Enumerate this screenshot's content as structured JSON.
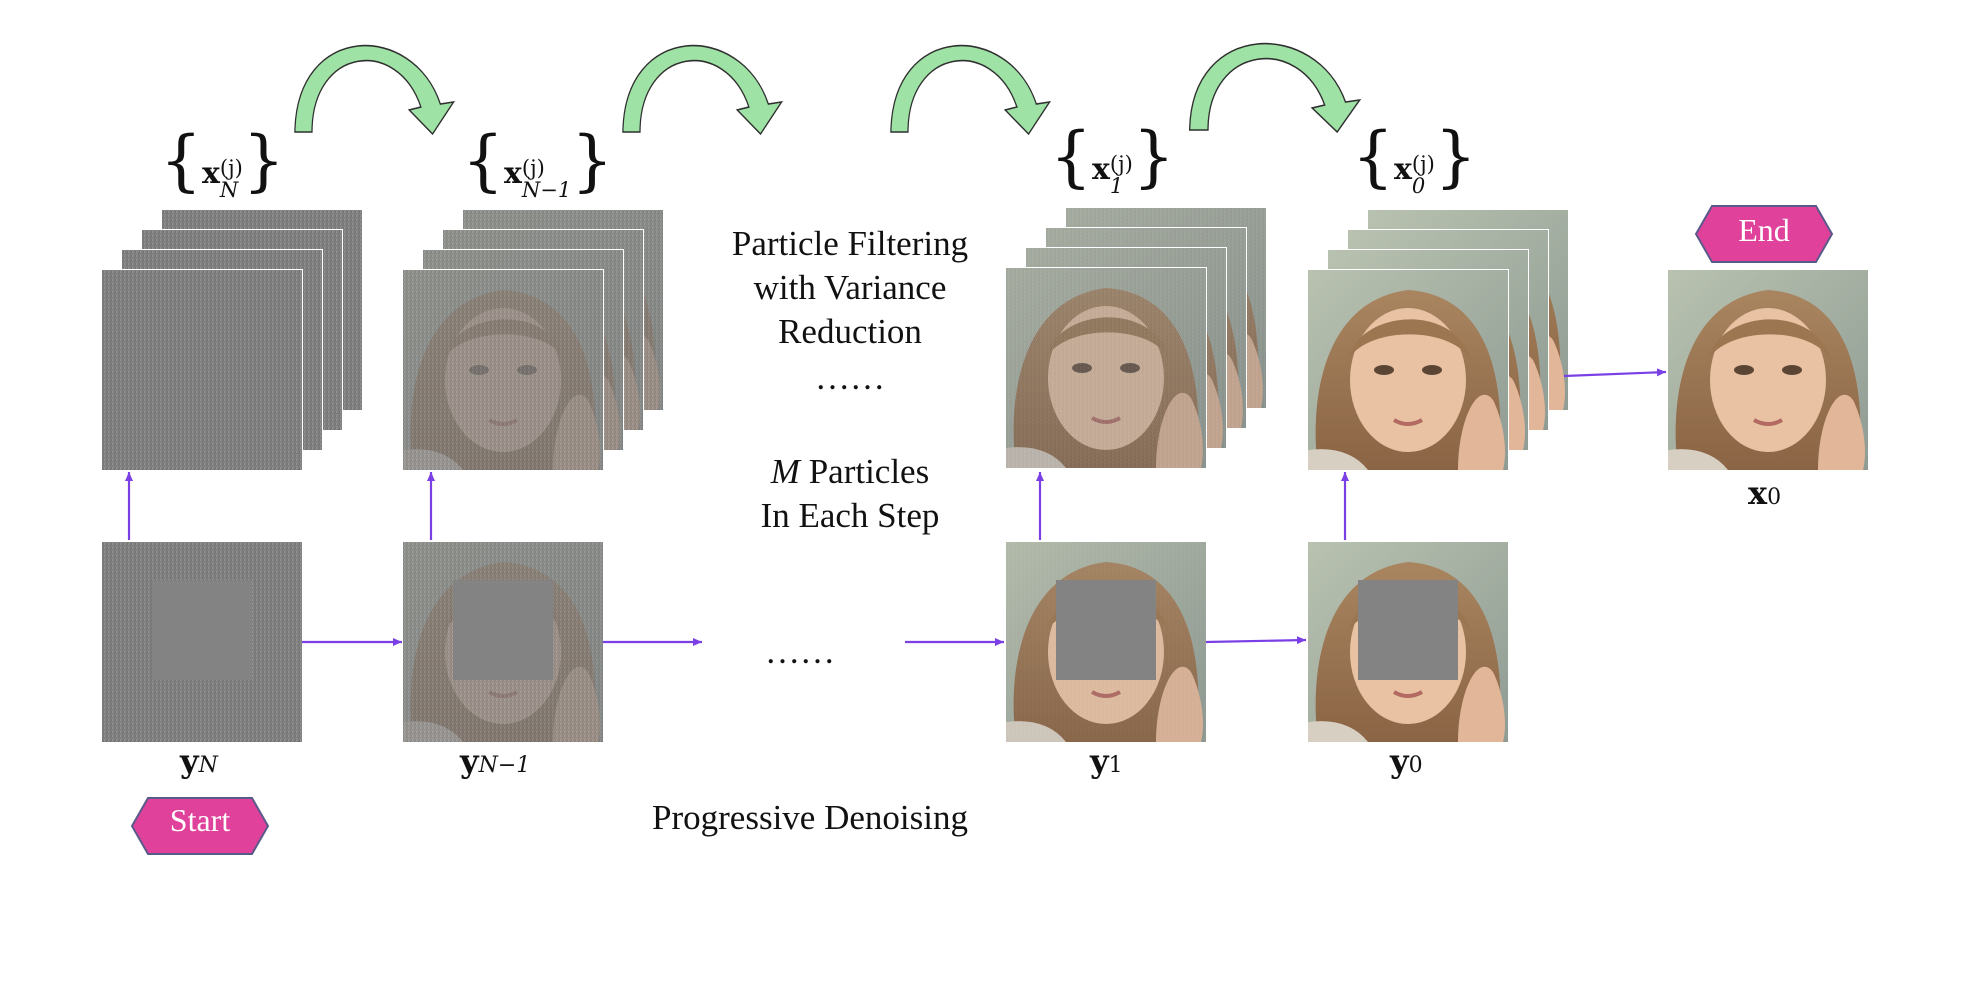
{
  "colors": {
    "arrow_fill": "#9ee3a5",
    "arrow_stroke": "#2f2f2f",
    "flow_arrow": "#7b3fe6",
    "hex_fill": "#e0419a",
    "hex_stroke": "#5a5a8a",
    "noise_gray": "#7f7f7f",
    "mask_gray": "#838383"
  },
  "texts": {
    "center_title": [
      "Particle Filtering",
      "with Variance",
      "Reduction"
    ],
    "dots_top": "……",
    "particles_line1_var": "M",
    "particles_line1_rest": " Particles",
    "particles_line2": "In Each Step",
    "dots_middle": "……",
    "bottom_caption": "Progressive Denoising",
    "start": "Start",
    "end": "End"
  },
  "math": {
    "set_N": {
      "base": "x",
      "sup": "(j)",
      "sub": "N"
    },
    "set_N1": {
      "base": "x",
      "sup": "(j)",
      "sub": "N−1"
    },
    "set_1": {
      "base": "x",
      "sup": "(j)",
      "sub": "1"
    },
    "set_0": {
      "base": "x",
      "sup": "(j)",
      "sub": "0"
    },
    "y_N": {
      "base": "y",
      "sub": "N"
    },
    "y_N1": {
      "base": "y",
      "sub": "N−1"
    },
    "y_1": {
      "base": "y",
      "sub": "1"
    },
    "y_0": {
      "base": "y",
      "sub": "0"
    },
    "x_0": {
      "base": "x",
      "sub": "0"
    }
  }
}
